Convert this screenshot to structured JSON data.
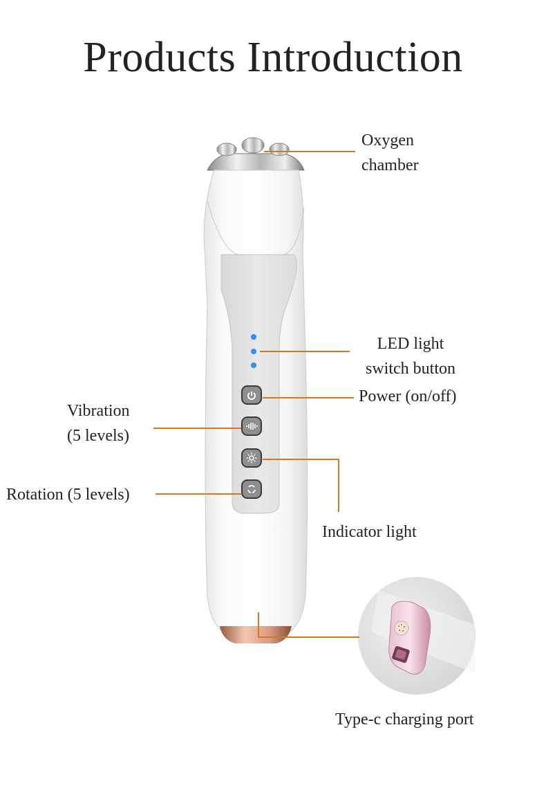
{
  "title": "Products Introduction",
  "colors": {
    "leader_line": "#d9741f",
    "led_dot": "#2f8ff0",
    "text": "#222222",
    "button_fill": "#8f8f8f",
    "rose_gold": "#e2a98f"
  },
  "device": {
    "name": "facial beauty device",
    "led_dots": 3,
    "buttons": [
      {
        "icon": "power-icon",
        "function": "Power (on/off)"
      },
      {
        "icon": "vibration-icon",
        "function": "Vibration (5 levels)"
      },
      {
        "icon": "light-icon",
        "function": "Indicator light"
      },
      {
        "icon": "rotation-icon",
        "function": "Rotation (5 levels)"
      }
    ]
  },
  "callouts": {
    "oxygen_chamber": {
      "line1": "Oxygen",
      "line2": "chamber"
    },
    "led_light": {
      "line1": "LED light",
      "line2": "switch button"
    },
    "power": "Power (on/off)",
    "vibration": {
      "line1": "Vibration",
      "line2": "(5 levels)"
    },
    "indicator": "Indicator light",
    "rotation": "Rotation (5 levels)",
    "charging": "Type-c charging port"
  }
}
